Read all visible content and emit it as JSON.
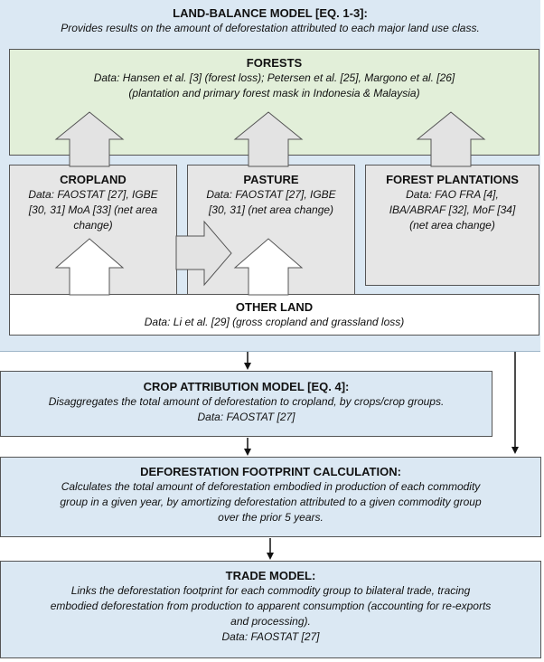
{
  "land_balance": {
    "title": "LAND-BALANCE MODEL [EQ. 1-3]:",
    "subtitle": "Provides results on the amount of deforestation attributed to each major land use class."
  },
  "forests": {
    "title": "FORESTS",
    "line1": "Data: Hansen et al. [3] (forest loss); Petersen et al. [25], Margono et al. [26]",
    "line2": "(plantation and primary forest mask in Indonesia & Malaysia)"
  },
  "cropland": {
    "title": "CROPLAND",
    "line1": "Data: FAOSTAT [27], IGBE",
    "line2": "[30, 31] MoA [33] (net area",
    "line3": "change)"
  },
  "pasture": {
    "title": "PASTURE",
    "line1": "Data: FAOSTAT [27], IGBE",
    "line2": "[30, 31] (net area change)"
  },
  "plantations": {
    "title": "FOREST PLANTATIONS",
    "line1": "Data: FAO FRA [4],",
    "line2": "IBA/ABRAF [32], MoF [34]",
    "line3": "(net area change)"
  },
  "other_land": {
    "title": "OTHER LAND",
    "line1": "Data: Li et al. [29] (gross cropland and grassland loss)"
  },
  "crop_attribution": {
    "title": "CROP ATTRIBUTION MODEL [EQ. 4]:",
    "line1": "Disaggregates the total amount of deforestation to cropland, by crops/crop groups.",
    "line2": "Data: FAOSTAT [27]"
  },
  "footprint": {
    "title": "DEFORESTATION FOOTPRINT CALCULATION:",
    "line1": "Calculates the total amount of deforestation embodied in production of each commodity",
    "line2": "group in a given year, by amortizing deforestation attributed to a given commodity group",
    "line3": "over the prior 5 years."
  },
  "trade": {
    "title": "TRADE MODEL:",
    "line1": "Links the deforestation footprint for each commodity group to bilateral trade, tracing",
    "line2": "embodied deforestation from production to apparent consumption (accounting for re-exports",
    "line3": "and processing).",
    "line4": "Data: FAOSTAT [27]"
  },
  "colors": {
    "panel_blue": "#dbe8f3",
    "forest_green": "#e2efd9",
    "box_grey": "#e6e6e6",
    "arrow_grey": "#e3e3e3"
  }
}
